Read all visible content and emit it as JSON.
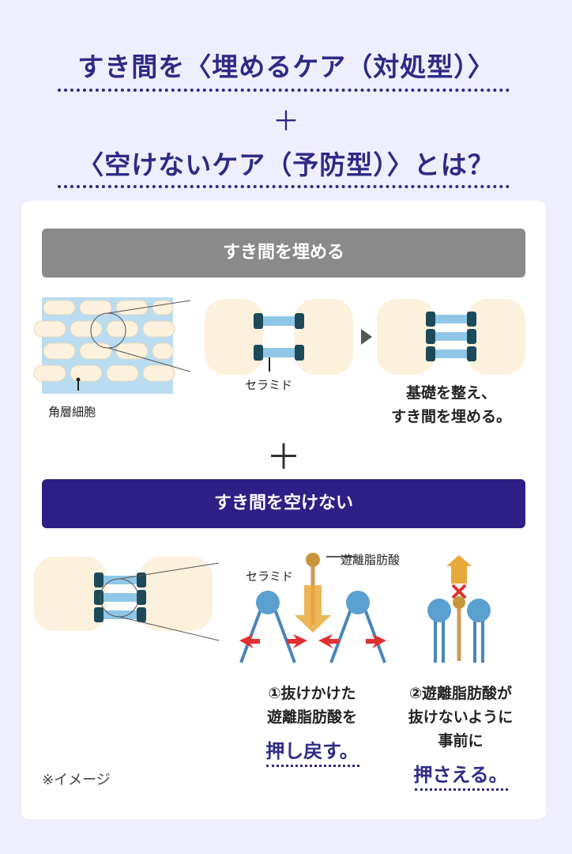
{
  "header": {
    "title_line1": "すき間を〈埋めるケア（対処型）〉",
    "plus": "＋",
    "title_line2": "〈空けないケア（予防型）〉とは？"
  },
  "section_fill": {
    "band_label": "すき間を埋める",
    "corneocyte_label": "角層細胞",
    "ceramide_label": "セラミド",
    "result_caption_line1": "基礎を整え、",
    "result_caption_line2": "すき間を埋める。"
  },
  "plus_middle": "＋",
  "section_prevent": {
    "band_label": "すき間を空けない",
    "ceramide_label": "セラミド",
    "free_fatty_acid_label": "遊離脂肪酸",
    "step1_line1": "①抜けかけた",
    "step1_line2": "遊離脂肪酸を",
    "step1_emphasis": "押し戻す。",
    "step2_line1": "②遊離脂肪酸が",
    "step2_line2": "抜けないように",
    "step2_line3": "事前に",
    "step2_emphasis": "押さえる。"
  },
  "note": "※イメージ",
  "colors": {
    "page_bg": "#efeefc",
    "title": "#2e2a86",
    "band_gray": "#8a8a8a",
    "band_navy": "#2e1f86",
    "cell": "#fbf1dc",
    "ceramide_rod": "#8fc7e8",
    "ceramide_cap": "#1d4a5a",
    "arrow_red": "#e03030",
    "arrow_gold": "#e7a93a"
  }
}
